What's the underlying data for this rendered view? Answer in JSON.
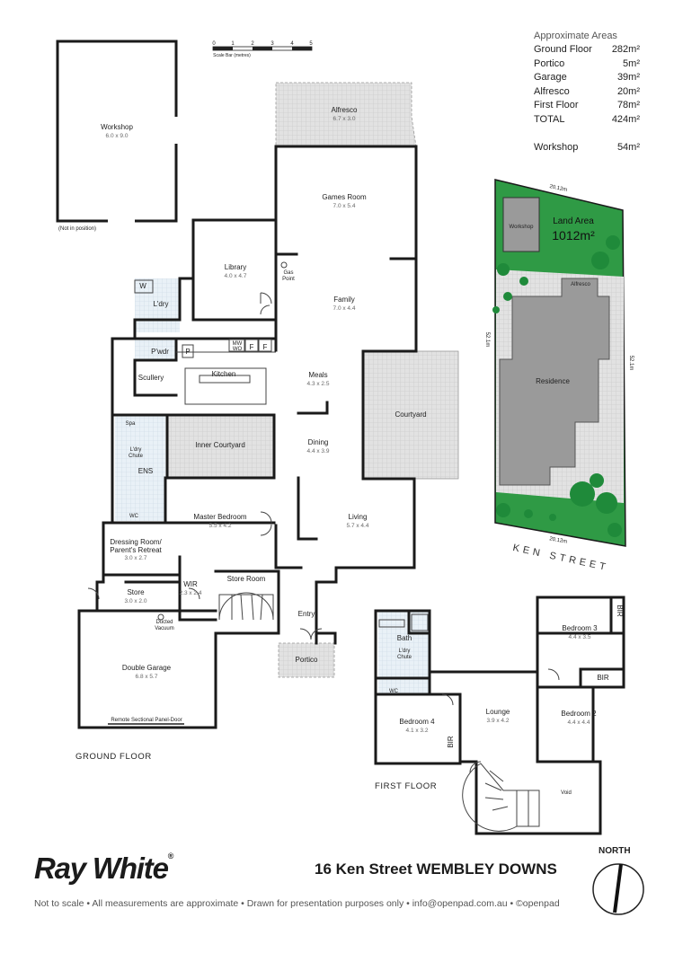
{
  "areas": {
    "heading": "Approximate Areas",
    "rows": [
      {
        "label": "Ground Floor",
        "value": "282m²"
      },
      {
        "label": "Portico",
        "value": "5m²"
      },
      {
        "label": "Garage",
        "value": "39m²"
      },
      {
        "label": "Alfresco",
        "value": "20m²"
      },
      {
        "label": "First Floor",
        "value": "78m²"
      },
      {
        "label": "TOTAL",
        "value": "424m²"
      }
    ],
    "extra": {
      "label": "Workshop",
      "value": "54m²"
    }
  },
  "scale_bar": {
    "ticks": [
      "0",
      "1",
      "2",
      "3",
      "4",
      "5"
    ],
    "caption": "Scale Bar (metres)"
  },
  "workshop": {
    "name": "Workshop",
    "dims": "6.0 x 9.0",
    "note": "(Not in position)"
  },
  "ground_floor": {
    "label": "GROUND FLOOR",
    "rooms": {
      "alfresco": {
        "name": "Alfresco",
        "dims": "6.7 x 3.0"
      },
      "games": {
        "name": "Games Room",
        "dims": "7.0 x 5.4"
      },
      "library": {
        "name": "Library",
        "dims": "4.0 x 4.7"
      },
      "gas": {
        "line1": "Gas",
        "line2": "Point"
      },
      "family": {
        "name": "Family",
        "dims": "7.0 x 4.4"
      },
      "w": {
        "name": "W"
      },
      "ldry": {
        "name": "L'dry"
      },
      "pwdr": {
        "name": "P'wdr"
      },
      "p": {
        "name": "P"
      },
      "mw": {
        "line1": "MW",
        "line2": "WO"
      },
      "f1": {
        "name": "F"
      },
      "f2": {
        "name": "F"
      },
      "scullery": {
        "name": "Scullery"
      },
      "kitchen": {
        "name": "Kitchen"
      },
      "meals": {
        "name": "Meals",
        "dims": "4.3 x 2.5"
      },
      "courtyard": {
        "name": "Courtyard"
      },
      "spa": {
        "name": "Spa"
      },
      "ldry_chute": {
        "line1": "L'dry",
        "line2": "Chute"
      },
      "ens": {
        "name": "ENS"
      },
      "wc": {
        "name": "WC"
      },
      "inner_courtyard": {
        "name": "Inner Courtyard"
      },
      "dining": {
        "name": "Dining",
        "dims": "4.4 x 3.9"
      },
      "master": {
        "name": "Master Bedroom",
        "dims": "5.5 x 4.2"
      },
      "living": {
        "name": "Living",
        "dims": "5.7 x 4.4"
      },
      "dressing": {
        "line1": "Dressing Room/",
        "line2": "Parent's Retreat",
        "dims": "3.0 x 2.7"
      },
      "wir": {
        "name": "WIR",
        "dims": "2.3 x 2.4"
      },
      "store_room": {
        "name": "Store Room"
      },
      "store": {
        "name": "Store",
        "dims": "3.0 x 2.0"
      },
      "ducted": {
        "line1": "Ducted",
        "line2": "Vacuum"
      },
      "entry": {
        "name": "Entry"
      },
      "portico": {
        "name": "Portico"
      },
      "garage": {
        "name": "Double Garage",
        "dims": "6.8 x 5.7"
      },
      "garage_door": {
        "name": "Remote Sectional Panel-Door"
      }
    }
  },
  "first_floor": {
    "label": "FIRST FLOOR",
    "rooms": {
      "bath": {
        "name": "Bath"
      },
      "ldry_chute": {
        "line1": "L'dry",
        "line2": "Chute"
      },
      "wc": {
        "name": "WC"
      },
      "bed3": {
        "name": "Bedroom 3",
        "dims": "4.4 x 3.5"
      },
      "bir1": {
        "name": "BIR"
      },
      "bir2": {
        "name": "BIR"
      },
      "bir3": {
        "name": "BIR"
      },
      "bed4": {
        "name": "Bedroom 4",
        "dims": "4.1 x 3.2"
      },
      "lounge": {
        "name": "Lounge",
        "dims": "3.9 x 4.2"
      },
      "bed2": {
        "name": "Bedroom 2",
        "dims": "4.4 x 4.4"
      },
      "void": {
        "name": "Void"
      }
    }
  },
  "site": {
    "top_width": "20.12m",
    "bottom_width": "20.12m",
    "left_depth": "52.1m",
    "right_depth": "52.1m",
    "land_label": "Land Area",
    "land_value": "1012m²",
    "workshop": "Workshop",
    "alfresco": "Alfresco",
    "residence": "Residence",
    "street": "KEN STREET",
    "colors": {
      "lawn": "#2f9a45",
      "tree": "#1f8a3a",
      "building": "#9a9a9a",
      "paving": "#d9d9d9"
    }
  },
  "footer": {
    "brand": "Ray White",
    "brand_mark": "®",
    "address": "16 Ken Street WEMBLEY DOWNS",
    "disclaimer": "Not to scale  •  All measurements are approximate  •  Drawn for presentation purposes only  •  info@openpad.com.au  •  ©openpad",
    "north": "NORTH"
  }
}
